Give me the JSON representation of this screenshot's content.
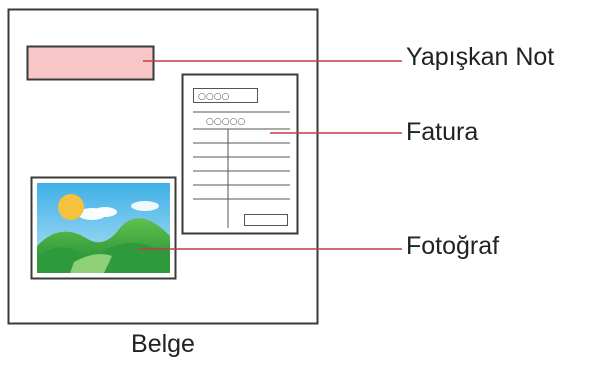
{
  "labels": {
    "sticky_note": "Yapışkan Not",
    "invoice": "Fatura",
    "photo": "Fotoğraf",
    "document": "Belge"
  },
  "invoice_content": {
    "header_box": "○○○○",
    "subheader": "○○○○○"
  },
  "colors": {
    "outline": "#3a3a3a",
    "sticky_fill": "#f7c6c6",
    "sticky_stroke": "#c24a4a",
    "leader_line": "#c63b4a",
    "sky": "#6ec6ee",
    "sun": "#f6c23d",
    "hills_dark": "#2f9a3c",
    "hills_light": "#7dcc5a"
  }
}
